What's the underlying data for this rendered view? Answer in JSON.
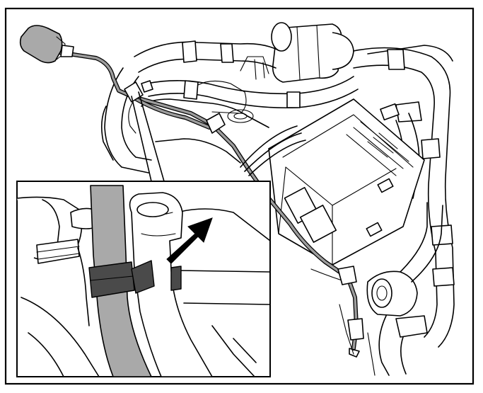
{
  "figure": {
    "colors": {
      "line": "#000000",
      "background": "#ffffff",
      "highlight_gray": "#a9a9a9",
      "connector_dark": "#4a4a4a"
    },
    "components": [
      "frame-border",
      "engine-assembly",
      "wiring-harness",
      "harness-connector",
      "ecu-module",
      "inset-detail-view",
      "harness-clip",
      "direction-arrow-icon"
    ]
  }
}
